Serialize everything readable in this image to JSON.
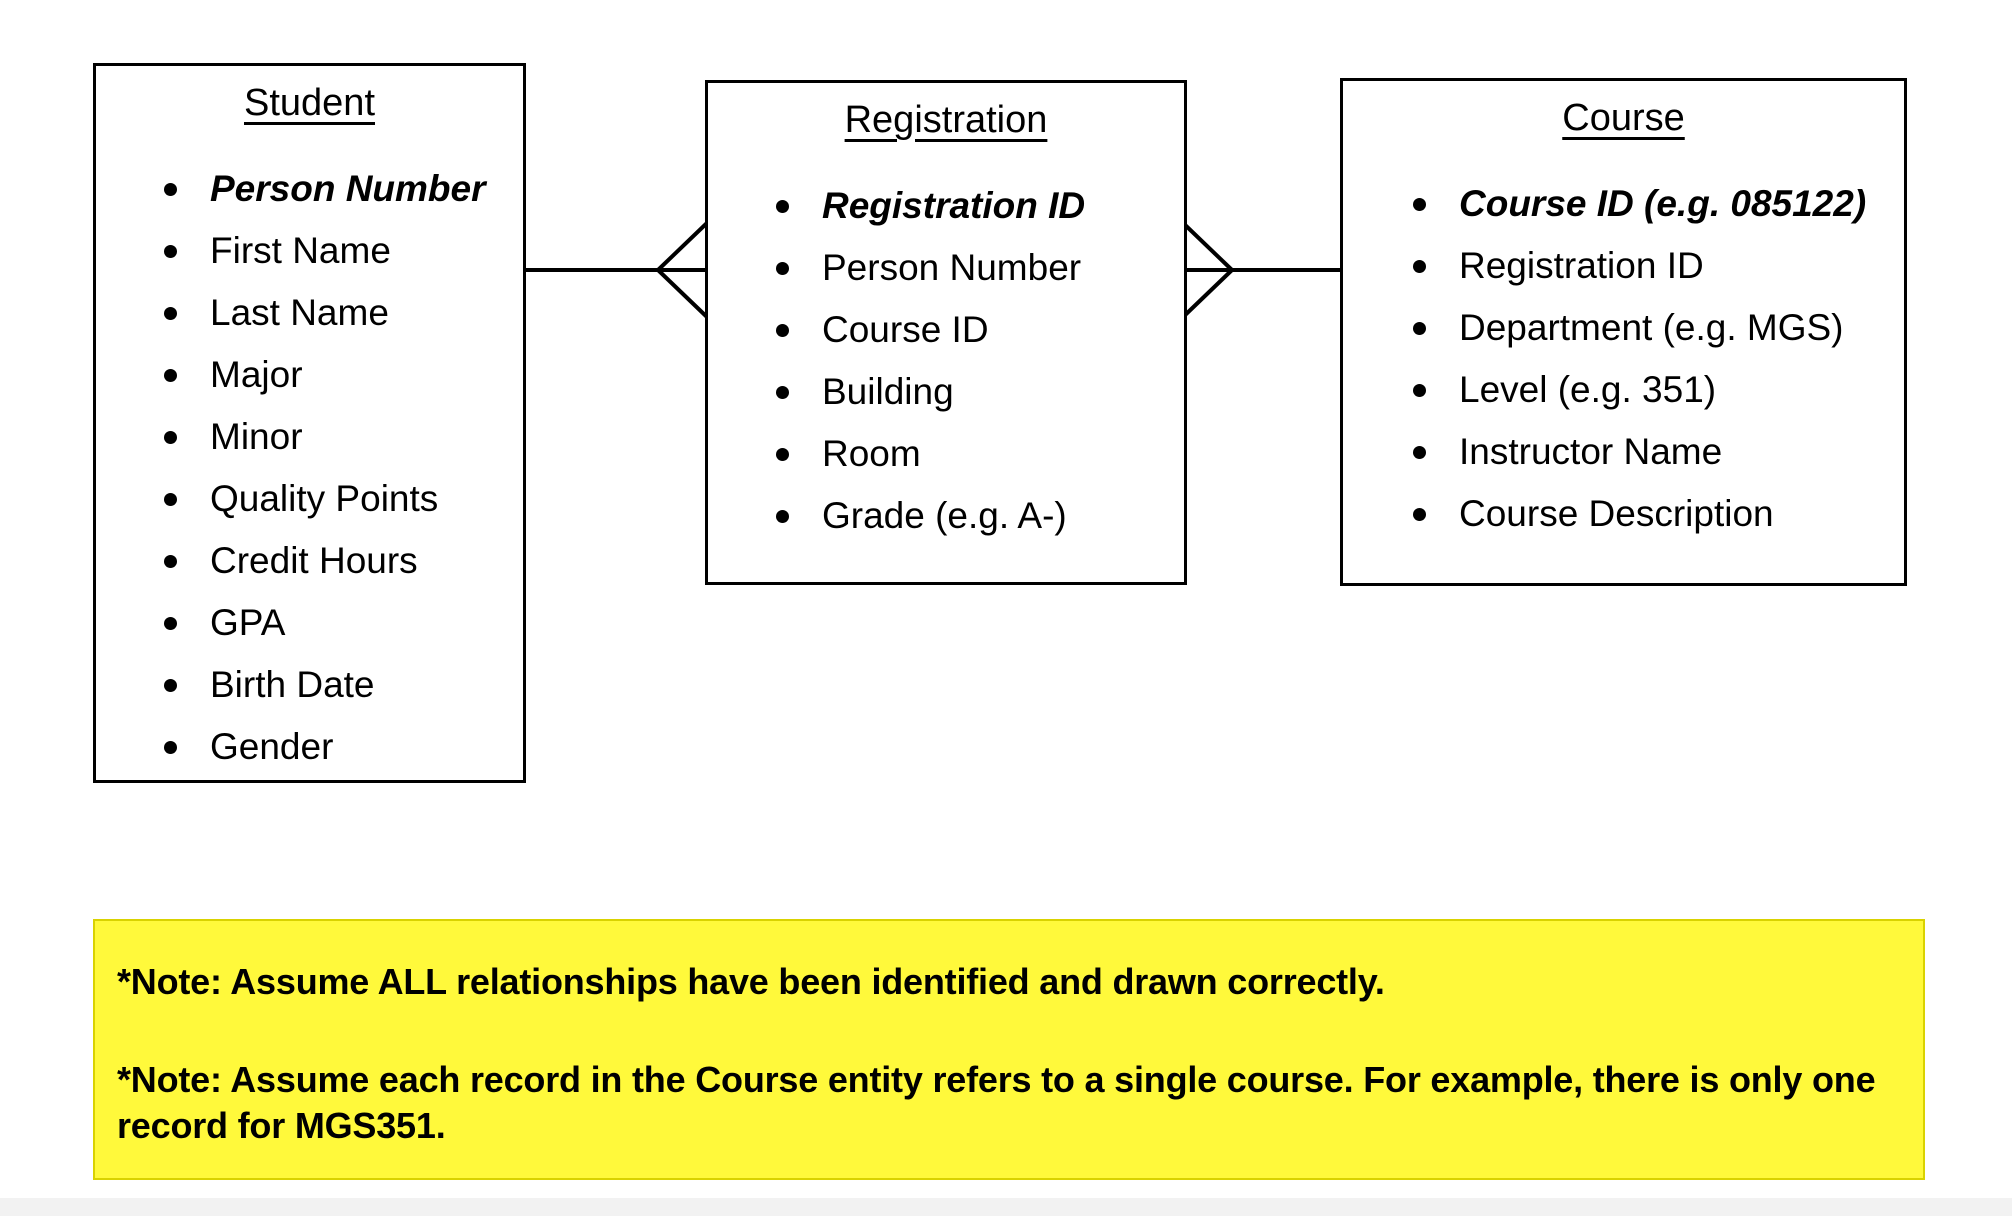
{
  "diagram": {
    "type": "entity-relationship-diagram",
    "notation": "crows-foot",
    "entities": [
      {
        "id": "student",
        "title": "Student",
        "attributes": [
          {
            "label": "Person Number",
            "is_key": true
          },
          {
            "label": "First Name",
            "is_key": false
          },
          {
            "label": "Last Name",
            "is_key": false
          },
          {
            "label": "Major",
            "is_key": false
          },
          {
            "label": "Minor",
            "is_key": false
          },
          {
            "label": "Quality Points",
            "is_key": false
          },
          {
            "label": "Credit Hours",
            "is_key": false
          },
          {
            "label": "GPA",
            "is_key": false
          },
          {
            "label": "Birth Date",
            "is_key": false
          },
          {
            "label": "Gender",
            "is_key": false
          }
        ]
      },
      {
        "id": "registration",
        "title": "Registration",
        "attributes": [
          {
            "label": "Registration ID",
            "is_key": true
          },
          {
            "label": "Person Number",
            "is_key": false
          },
          {
            "label": "Course ID",
            "is_key": false
          },
          {
            "label": "Building",
            "is_key": false
          },
          {
            "label": "Room",
            "is_key": false
          },
          {
            "label": "Grade (e.g. A-)",
            "is_key": false
          }
        ]
      },
      {
        "id": "course",
        "title": "Course",
        "attributes": [
          {
            "label": "Course ID (e.g. 085122)",
            "is_key": true
          },
          {
            "label": "Registration ID",
            "is_key": false
          },
          {
            "label": "Department (e.g. MGS)",
            "is_key": false
          },
          {
            "label": "Level (e.g. 351)",
            "is_key": false
          },
          {
            "label": "Instructor Name",
            "is_key": false
          },
          {
            "label": "Course Description",
            "is_key": false
          }
        ]
      }
    ],
    "relationships": [
      {
        "id": "student-registration",
        "from": "student",
        "to": "registration",
        "from_cardinality": "one",
        "to_cardinality": "many",
        "marker": "crows-foot-pointing-at-registration"
      },
      {
        "id": "registration-course",
        "from": "registration",
        "to": "course",
        "from_cardinality": "many",
        "to_cardinality": "one",
        "marker": "crows-foot-pointing-at-registration"
      }
    ]
  },
  "note": {
    "background_color": "#FFF93B",
    "line1": "*Note: Assume ALL relationships have been identified and drawn correctly.",
    "line2": "*Note: Assume each record in the Course entity refers to a single course. For example, there is only one record for MGS351."
  },
  "colors": {
    "background": "#FFFFFF",
    "stroke": "#000000",
    "note_fill": "#FFF93B"
  }
}
